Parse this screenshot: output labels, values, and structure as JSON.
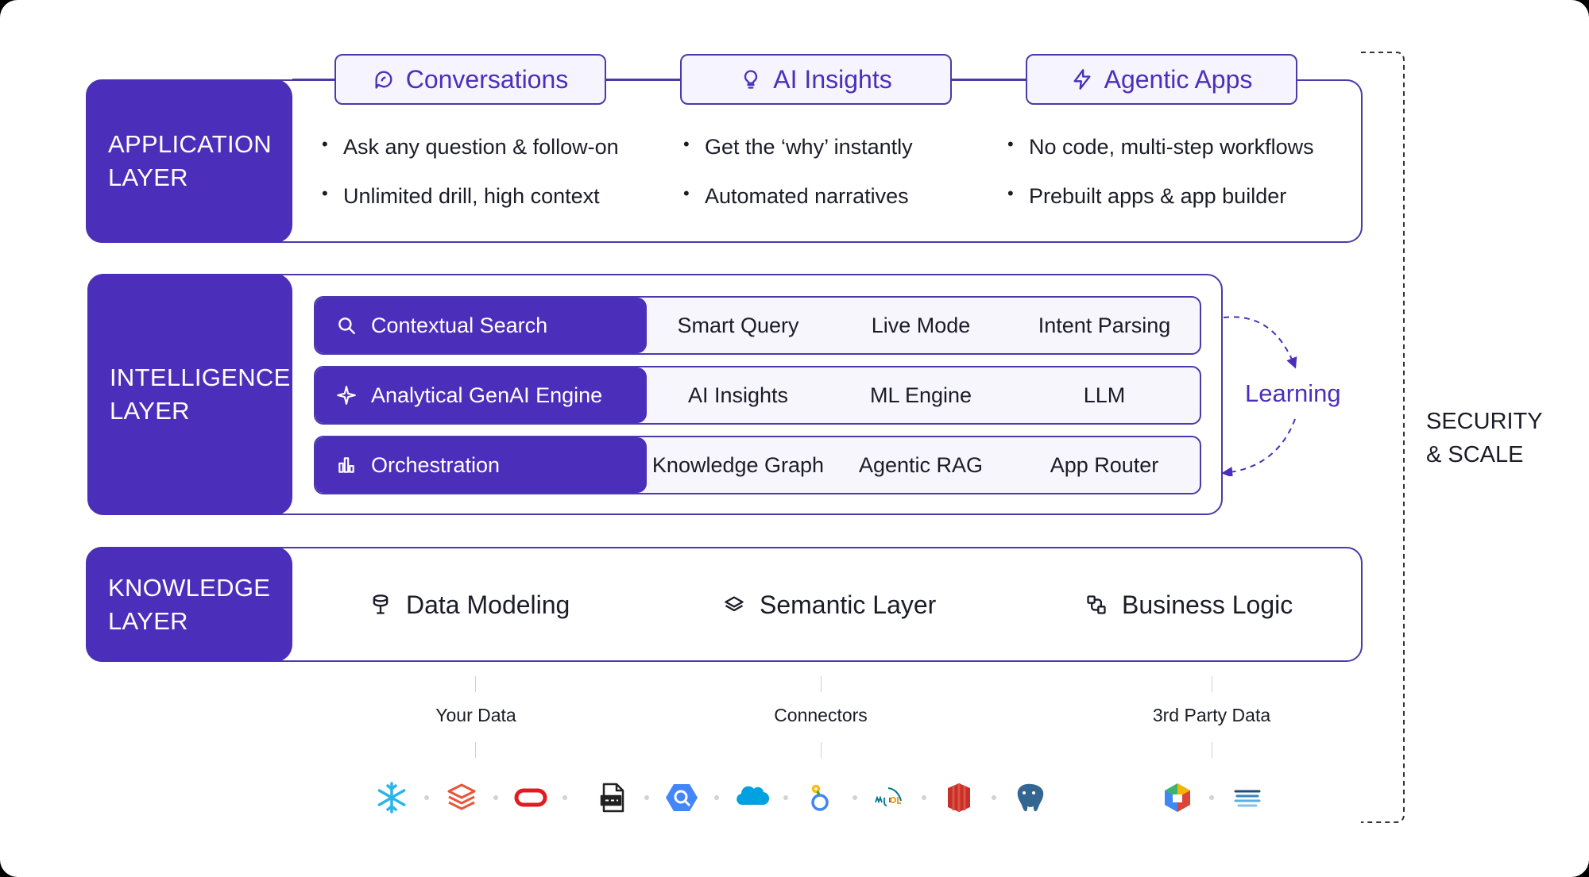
{
  "application": {
    "label_line1": "APPLICATION",
    "label_line2": "LAYER",
    "tabs": [
      {
        "label": "Conversations",
        "icon": "chat-bubble-icon"
      },
      {
        "label": "AI Insights",
        "icon": "lightbulb-icon"
      },
      {
        "label": "Agentic Apps",
        "icon": "lightning-bolt-icon"
      }
    ],
    "columns": [
      {
        "b1": "Ask any question & follow-on",
        "b2": "Unlimited drill, high context"
      },
      {
        "b1": "Get the ‘why’ instantly",
        "b2": "Automated narratives"
      },
      {
        "b1": "No code, multi-step workflows",
        "b2": "Prebuilt apps & app builder"
      }
    ]
  },
  "intelligence": {
    "label_line1": "INTELLIGENCE",
    "label_line2": "LAYER",
    "rows": [
      {
        "title": "Contextual Search",
        "icon": "search-icon",
        "c1": "Smart Query",
        "c2": "Live Mode",
        "c3": "Intent Parsing"
      },
      {
        "title": "Analytical GenAI Engine",
        "icon": "sparkle-icon",
        "c1": "AI Insights",
        "c2": "ML Engine",
        "c3": "LLM"
      },
      {
        "title": "Orchestration",
        "icon": "bar-chart-icon",
        "c1": "Knowledge Graph",
        "c2": "Agentic RAG",
        "c3": "App Router"
      }
    ],
    "loop_label": "Learning"
  },
  "knowledge": {
    "label_line1": "KNOWLEDGE",
    "label_line2": "LAYER",
    "items": [
      {
        "label": "Data Modeling",
        "icon": "database-icon"
      },
      {
        "label": "Semantic Layer",
        "icon": "layers-icon"
      },
      {
        "label": "Business Logic",
        "icon": "logic-icon"
      }
    ]
  },
  "security": {
    "line1": "SECURITY",
    "line2": "& SCALE"
  },
  "sources": {
    "your_data": "Your Data",
    "connectors": "Connectors",
    "third_party": "3rd Party Data"
  },
  "logos": [
    "snowflake-logo-icon",
    "databricks-logo-icon",
    "oracle-logo-icon",
    "csv-file-icon",
    "bigquery-logo-icon",
    "salesforce-logo-icon",
    "looker-logo-icon",
    "mysql-logo-icon",
    "amazon-s3-logo-icon",
    "postgresql-logo-icon",
    "dbt-logo-icon",
    "semantic-model-logo-icon"
  ],
  "colors": {
    "primary": "#4b2fba",
    "outline": "#4b3aa8",
    "text": "#1c1c28"
  }
}
